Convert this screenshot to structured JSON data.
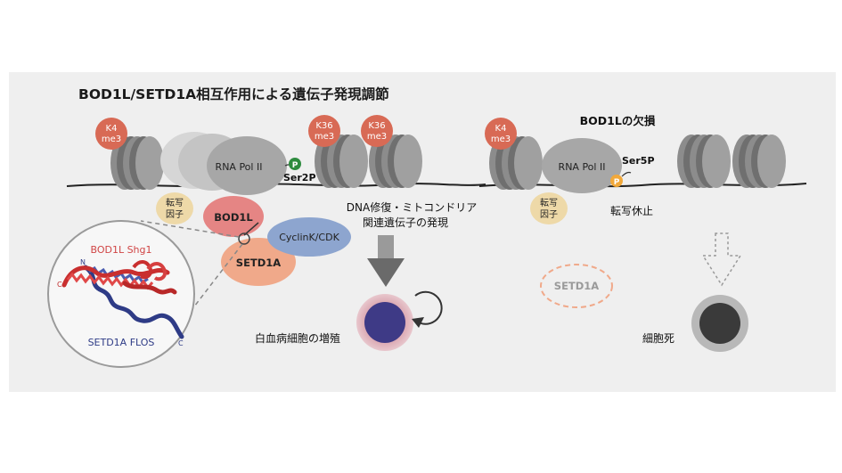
{
  "title": "BOD1L/SETD1A相互作用による遺伝子発現調節",
  "left": {
    "marks": [
      {
        "line1": "K4",
        "line2": "me3"
      },
      {
        "line1": "K36",
        "line2": "me3"
      },
      {
        "line1": "K36",
        "line2": "me3"
      }
    ],
    "pol": "RNA Pol II",
    "phospho_symbol": "P",
    "phospho_label": "Ser2P",
    "tf_line1": "転写",
    "tf_line2": "因子",
    "bod1l": "BOD1L",
    "setd1a": "SETD1A",
    "cyclin": "CyclinK/CDK",
    "annotation_line1": "DNA修復・ミトコンドリア",
    "annotation_line2": "関連遺伝子の発現",
    "cell_caption": "白血病細胞の増殖",
    "inset": {
      "bod1l_domain": "BOD1L Shg1",
      "setd1a_domain": "SETD1A FLOS",
      "n_term": "N",
      "c_term_red": "C",
      "c_term_blue": "C"
    }
  },
  "right": {
    "heading": "BOD1Lの欠損",
    "marks": [
      {
        "line1": "K4",
        "line2": "me3"
      }
    ],
    "pol": "RNA Pol II",
    "phospho_symbol": "P",
    "phospho_label": "Ser5P",
    "tf_line1": "転写",
    "tf_line2": "因子",
    "pause": "転写休止",
    "setd1a": "SETD1A",
    "cell_caption": "細胞死"
  },
  "colors": {
    "background": "#efefef",
    "histone_mark": "#d86a55",
    "nucleosome": "#7a7a7a",
    "bod1l": "#e58584",
    "setd1a": "#f0a98a",
    "cyclin": "#8da5cf",
    "tf": "#eed9a8",
    "ser2p": "#2e8b3e",
    "ser5p": "#f1a83a",
    "leukemia_core": "#3e3a86",
    "leukemia_ring": "#d59aa6"
  }
}
